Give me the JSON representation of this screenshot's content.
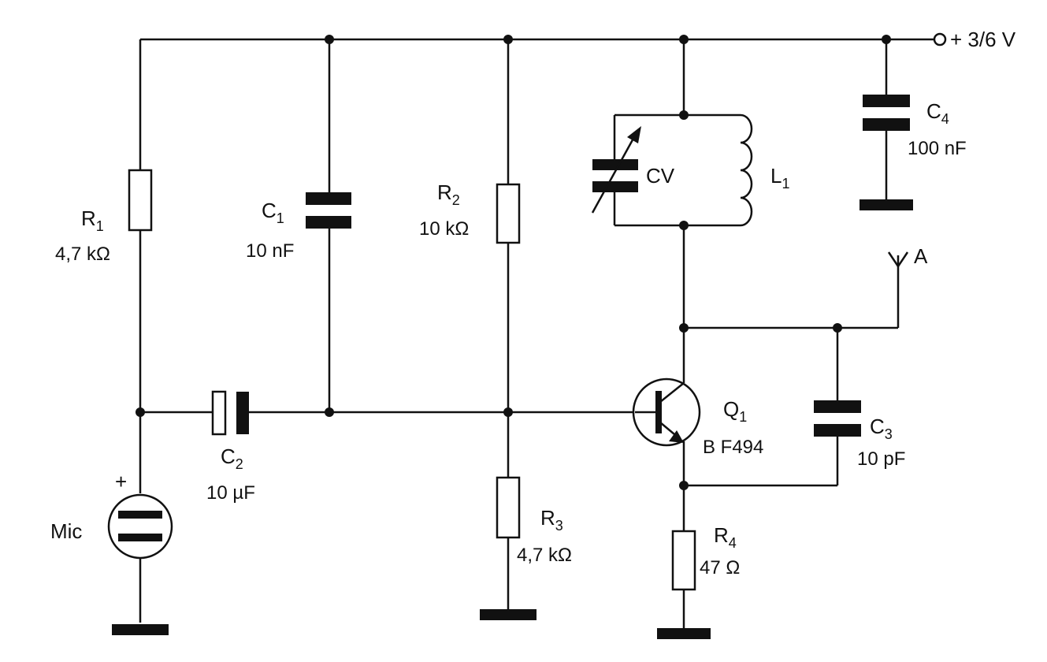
{
  "supply": {
    "label": "+ 3/6 V"
  },
  "components": {
    "r1": {
      "letter": "R",
      "sub": "1",
      "value": "4,7 kΩ"
    },
    "r2": {
      "letter": "R",
      "sub": "2",
      "value": "10 kΩ"
    },
    "r3": {
      "letter": "R",
      "sub": "3",
      "value": "4,7 kΩ"
    },
    "r4": {
      "letter": "R",
      "sub": "4",
      "value": "47 Ω"
    },
    "c1": {
      "letter": "C",
      "sub": "1",
      "value": "10 nF"
    },
    "c2": {
      "letter": "C",
      "sub": "2",
      "value": "10  µF"
    },
    "c3": {
      "letter": "C",
      "sub": "3",
      "value": "10 pF"
    },
    "c4": {
      "letter": "C",
      "sub": "4",
      "value": "100 nF"
    },
    "cv": {
      "label": "CV"
    },
    "l1": {
      "letter": "L",
      "sub": "1"
    },
    "q1": {
      "letter": "Q",
      "sub": "1",
      "value": "B F494"
    },
    "mic": {
      "label": "Mic",
      "polarity": "+"
    },
    "antenna": {
      "label": "A"
    }
  }
}
